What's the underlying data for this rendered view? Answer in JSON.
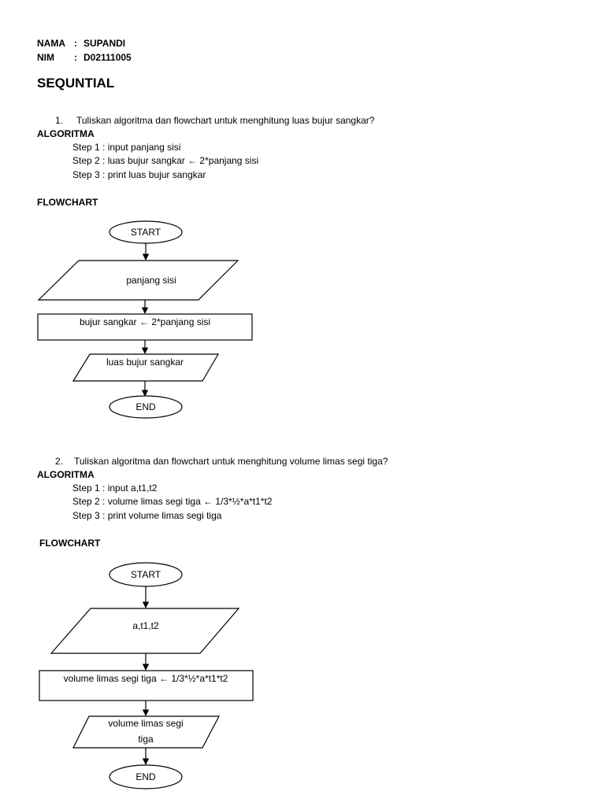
{
  "header": {
    "nama_label": "NAMA",
    "nama_sep": ":",
    "nama_value": "SUPANDI",
    "nim_label": "NIM",
    "nim_sep": ":",
    "nim_value": "D02111005"
  },
  "title": "SEQUNTIAL",
  "problems": [
    {
      "number": "1.",
      "question": "Tuliskan algoritma dan flowchart untuk menghitung luas bujur sangkar?",
      "algo_label": "ALGORITMA",
      "steps": [
        "Step 1 : input panjang sisi",
        "Step 2 : luas bujur sangkar ← 2*panjang sisi",
        "Step 3 : print luas bujur sangkar"
      ],
      "flow_label": "FLOWCHART",
      "flow": {
        "start": "START",
        "input": "panjang sisi",
        "process": "bujur sangkar ← 2*panjang sisi",
        "output": "luas bujur sangkar",
        "end": "END"
      }
    },
    {
      "number": "2.",
      "question": "Tuliskan  algoritma dan flowchart  untuk menghitung volume limas segi tiga?",
      "algo_label": "ALGORITMA",
      "steps": [
        "Step 1 : input a,t1,t2",
        "Step 2 : volume limas segi tiga ← 1/3*½*a*t1*t2",
        "Step 3 : print volume limas segi tiga"
      ],
      "flow_label": "FLOWCHART",
      "flow": {
        "start": "START",
        "input": "a,t1,t2",
        "process": "volume limas segi tiga ← 1/3*½*a*t1*t2",
        "output_line1": "volume limas segi",
        "output_line2": "tiga",
        "end": "END"
      }
    }
  ]
}
